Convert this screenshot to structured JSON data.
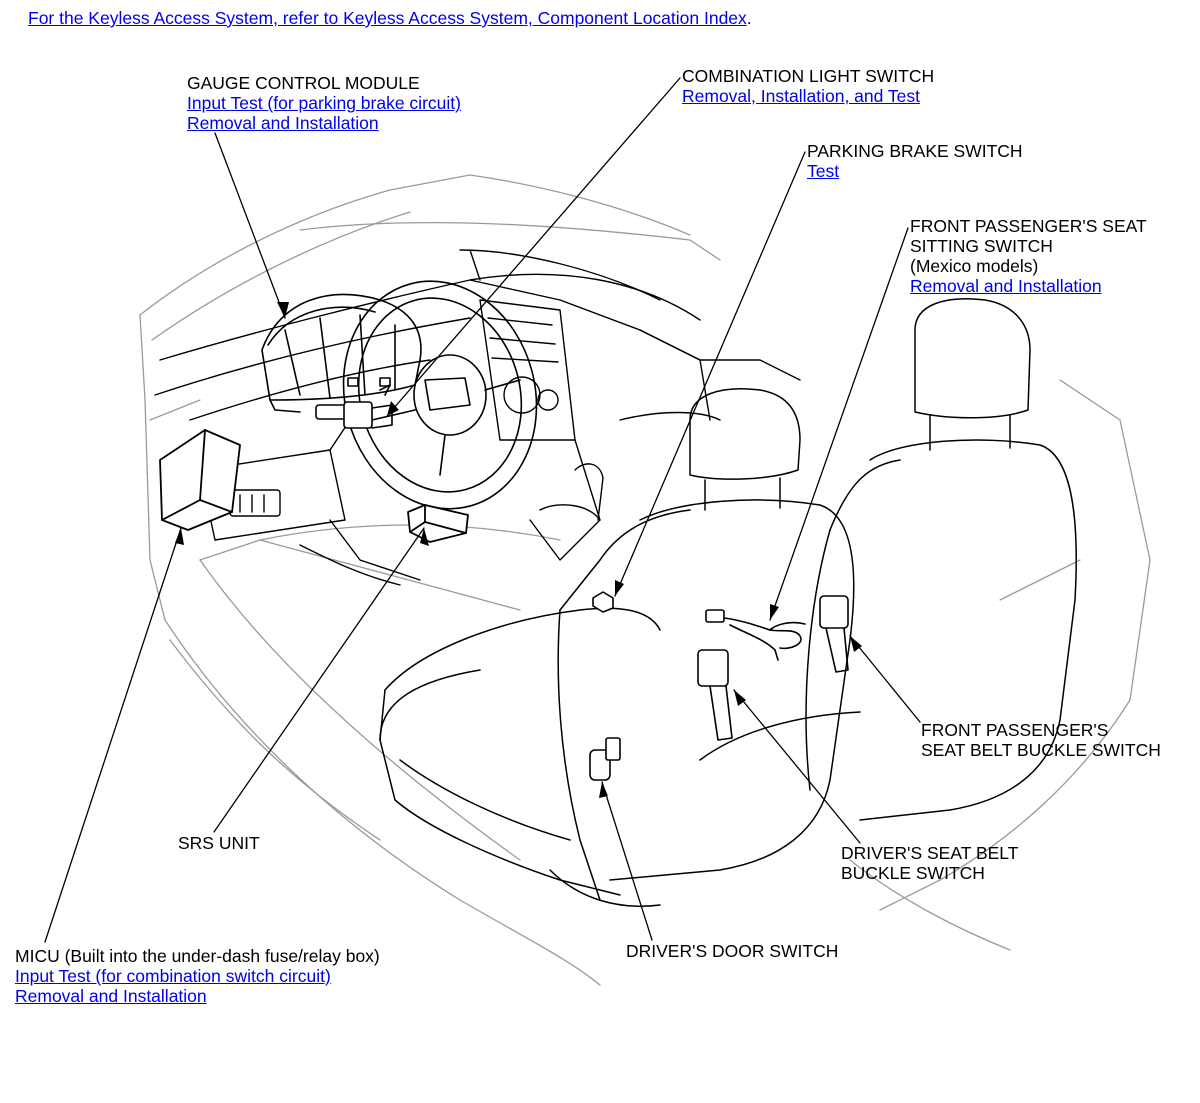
{
  "note": {
    "link_text": "For the Keyless Access System, refer to Keyless Access System, Component Location Index",
    "trailing": "."
  },
  "callouts": {
    "gauge_control_module": {
      "title": "GAUGE CONTROL MODULE",
      "links": [
        "Input Test (for parking brake circuit)",
        "Removal and Installation"
      ]
    },
    "combination_light_switch": {
      "title": "COMBINATION LIGHT SWITCH",
      "links": [
        "Removal, Installation, and Test"
      ]
    },
    "parking_brake_switch": {
      "title": "PARKING BRAKE SWITCH",
      "links": [
        "Test"
      ]
    },
    "front_passenger_seat_sitting_switch": {
      "title_lines": [
        "FRONT PASSENGER'S SEAT",
        "SITTING SWITCH",
        "(Mexico models)"
      ],
      "links": [
        "Removal and Installation"
      ]
    },
    "front_passenger_seat_belt_buckle_switch": {
      "title_lines": [
        "FRONT PASSENGER'S",
        "SEAT BELT BUCKLE SWITCH"
      ]
    },
    "drivers_seat_belt_buckle_switch": {
      "title_lines": [
        "DRIVER'S SEAT BELT",
        "BUCKLE SWITCH"
      ]
    },
    "drivers_door_switch": {
      "title": "DRIVER'S DOOR SWITCH"
    },
    "srs_unit": {
      "title": "SRS UNIT"
    },
    "micu": {
      "title": "MICU (Built into the under-dash fuse/relay box)",
      "links": [
        "Input Test (for combination switch circuit)",
        "Removal and Installation"
      ]
    }
  }
}
